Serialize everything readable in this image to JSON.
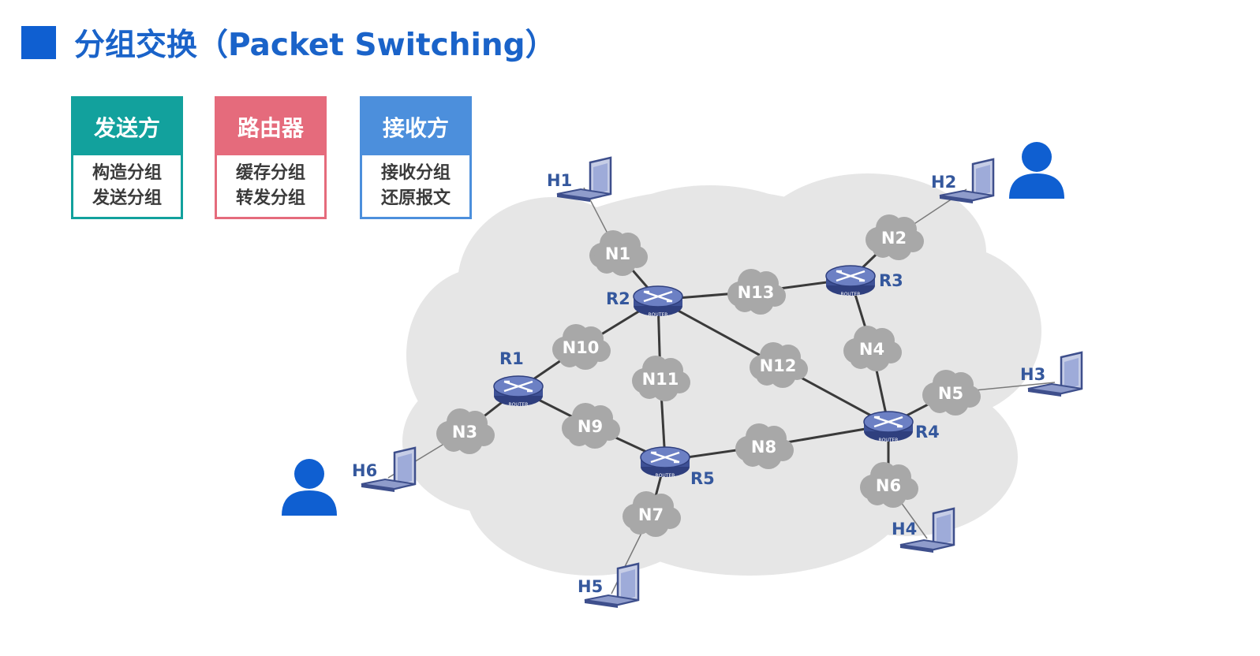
{
  "title": "分组交换（Packet Switching）",
  "colors": {
    "accent": "#0f5fd1",
    "sender": "#12a19d",
    "router": "#e56b7c",
    "receiver": "#4c8fdc",
    "cloud": "#e6e6e6",
    "node_cloud": "#a8a8a8",
    "label": "#35589d"
  },
  "roles": [
    {
      "header": "发送方",
      "lines": [
        "构造分组",
        "发送分组"
      ]
    },
    {
      "header": "路由器",
      "lines": [
        "缓存分组",
        "转发分组"
      ]
    },
    {
      "header": "接收方",
      "lines": [
        "接收分组",
        "还原报文"
      ]
    }
  ],
  "network": {
    "routers": [
      "R1",
      "R2",
      "R3",
      "R4",
      "R5"
    ],
    "router_badge": "ROUTER",
    "nodes": [
      "N1",
      "N2",
      "N3",
      "N4",
      "N5",
      "N6",
      "N7",
      "N8",
      "N9",
      "N10",
      "N11",
      "N12",
      "N13"
    ],
    "hosts": [
      "H1",
      "H2",
      "H3",
      "H4",
      "H5",
      "H6"
    ],
    "links": [
      [
        "H1",
        "N1"
      ],
      [
        "N1",
        "R2"
      ],
      [
        "R2",
        "N13"
      ],
      [
        "N13",
        "R3"
      ],
      [
        "R3",
        "N2"
      ],
      [
        "N2",
        "H2"
      ],
      [
        "R3",
        "N4"
      ],
      [
        "N4",
        "R4"
      ],
      [
        "R4",
        "N5"
      ],
      [
        "N5",
        "H3"
      ],
      [
        "R4",
        "N6"
      ],
      [
        "N6",
        "H4"
      ],
      [
        "R2",
        "N10"
      ],
      [
        "N10",
        "R1"
      ],
      [
        "R2",
        "N11"
      ],
      [
        "N11",
        "R5"
      ],
      [
        "R2",
        "N12"
      ],
      [
        "N12",
        "R4"
      ],
      [
        "R1",
        "N3"
      ],
      [
        "N3",
        "H6"
      ],
      [
        "R1",
        "N9"
      ],
      [
        "N9",
        "R5"
      ],
      [
        "R5",
        "N8"
      ],
      [
        "N8",
        "R4"
      ],
      [
        "R5",
        "N7"
      ],
      [
        "N7",
        "H5"
      ]
    ],
    "users": [
      "user-near-H2",
      "user-near-H6"
    ]
  }
}
